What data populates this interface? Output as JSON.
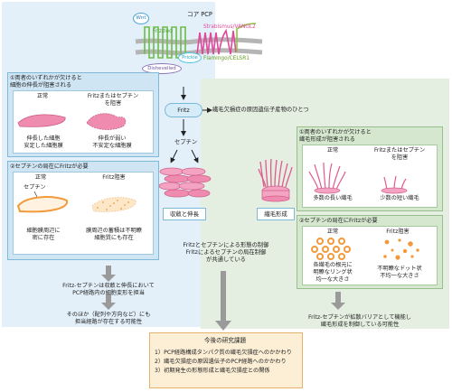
{
  "colors": {
    "left_panel": "#e3f0fa",
    "right_panel": "#e5efe1",
    "wnt": "#4aa3d8",
    "frizzled": "#6cbd45",
    "vangl2": "#e0489a",
    "prickle": "#4ec1e3",
    "celsr1": "#8bc53f",
    "dishevelled": "#8a73b8",
    "cell_pink": "#f08bb0",
    "septin_orange": "#f29a3b",
    "result_box": "#fcefd6"
  },
  "core_pcp": {
    "title": "コア PCP",
    "wnt": "Wnt",
    "frizzled": "Frizzled",
    "strabismus": "Strabismus/VANGL2",
    "prickle": "Prickle",
    "flamingo": "Flamingo/CELSR1",
    "dishevelled": "Dishevelled"
  },
  "center": {
    "fritz": "Fritz",
    "fritz_note": "繊毛欠損症の原因遺伝子産物のひとつ",
    "septin": "セプチン",
    "convergent_label": "収斂と伸長",
    "cilia_label": "繊毛形成",
    "shared_line1": "Fritzとセプチンによる形態の制御",
    "shared_line2": "Fritzによるセプチンの局在制御",
    "shared_line3": "が共通している"
  },
  "left": {
    "s1_title_1": "①両者のいずれかが欠けると",
    "s1_title_2": "細胞の伸長が阻害される",
    "s1_col_normal": "正常",
    "s1_col_ko_1": "Fritzまたはセプチン",
    "s1_col_ko_2": "を阻害",
    "s1_normal_desc_1": "伸長した細胞",
    "s1_normal_desc_2": "安定した細胞膜",
    "s1_ko_desc_1": "伸長が弱い",
    "s1_ko_desc_2": "不安定な細胞膜",
    "s2_title": "②セプチンの局在にFritzが必要",
    "s2_col_normal": "正常",
    "s2_col_ko": "Fritz阻害",
    "s2_septin": "セプチン",
    "s2_normal_desc_1": "細胞膜周辺に",
    "s2_normal_desc_2": "密に存在",
    "s2_ko_desc_1": "膜周辺の蓄積は不明瞭",
    "s2_ko_desc_2": "細胞質にも存在",
    "concl1_1": "Fritz-セプチンは収斂と伸長において",
    "concl1_2": "PCP経路内の細胞変形を担当",
    "concl2_1": "そのほか（配列や方向など）にも",
    "concl2_2": "担当経路が存在する可能性"
  },
  "right": {
    "s1_title_1": "①両者のいずれかが欠けると",
    "s1_title_2": "繊毛形成が阻害される",
    "s1_col_normal": "正常",
    "s1_col_ko_1": "Fritzまたはセプチン",
    "s1_col_ko_2": "を阻害",
    "s1_normal_desc": "多数の長い繊毛",
    "s1_ko_desc": "少数の短い繊毛",
    "s2_title": "②セプチンの局在にFritzが必要",
    "s2_col_normal": "正常",
    "s2_col_ko": "Fritz阻害",
    "s2_normal_desc_1": "各繊毛の根元に",
    "s2_normal_desc_2": "明瞭なリング状",
    "s2_normal_desc_3": "均一な大きさ",
    "s2_ko_desc_1": "不明瞭なドット状",
    "s2_ko_desc_2": "不均一な大きさ",
    "concl_1": "Fritz-セプチンが拡散バリアとして機能し",
    "concl_2": "繊毛形成を制御している可能性"
  },
  "future": {
    "title": "今後の研究課題",
    "item1": "1）PCP経路構成タンパク質の繊毛欠損症へのかかわり",
    "item2": "2）繊毛欠損症の原因遺伝子のPCP経路へのかかわり",
    "item3": "3）初期発生の形態形成と繊毛欠損症との関係"
  }
}
